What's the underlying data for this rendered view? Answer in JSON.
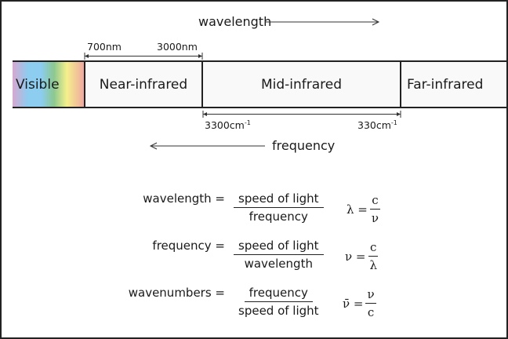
{
  "wavelength_label": "wavelength",
  "frequency_label": "frequency",
  "regions": [
    "Visible",
    "Near-infrared",
    "Mid-infrared",
    "Far-infrared"
  ],
  "nir_range": {
    "start": "700nm",
    "end": "3000nm"
  },
  "mir_range": {
    "start": "3300cm",
    "end": "330cm",
    "exponent": "-1"
  },
  "equations": [
    {
      "lhs": "wavelength =",
      "num": "speed of light",
      "den": "frequency",
      "sym_lhs": "λ =",
      "sym_num": "c",
      "sym_den": "ν"
    },
    {
      "lhs": "frequency =",
      "num": "speed of light",
      "den": "wavelength",
      "sym_lhs": "ν =",
      "sym_num": "c",
      "sym_den": "λ"
    },
    {
      "lhs": "wavenumbers =",
      "num": "frequency",
      "den": "speed of light",
      "sym_lhs": "ν̄ =",
      "sym_num": "ν",
      "sym_den": "c"
    }
  ]
}
